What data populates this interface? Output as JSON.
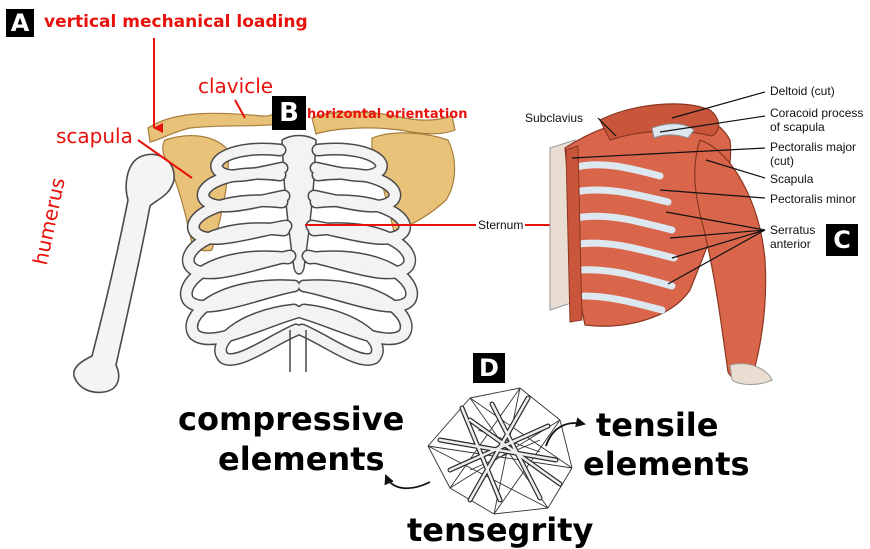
{
  "panels": {
    "a": {
      "badge": "A",
      "loading_label": "vertical mechanical loading",
      "clavicle_label": "clavicle",
      "scapula_label": "scapula",
      "humerus_label": "humerus"
    },
    "b": {
      "badge": "B",
      "orientation_label": "horizontal orientation"
    },
    "c": {
      "badge": "C",
      "labels": {
        "subclavius": "Subclavius",
        "deltoid": "Deltoid (cut)",
        "coracoid_1": "Coracoid process",
        "coracoid_2": "of scapula",
        "pectoralis_major_1": "Pectoralis major",
        "pectoralis_major_2": "(cut)",
        "scapula": "Scapula",
        "pectoralis_minor": "Pectoralis minor",
        "serratus_1": "Serratus",
        "serratus_2": "anterior",
        "sternum": "Sternum"
      }
    },
    "d": {
      "badge": "D",
      "compressive_1": "compressive",
      "compressive_2": "elements",
      "tensile_1": "tensile",
      "tensile_2": "elements",
      "tensegrity": "tensegrity"
    }
  },
  "colors": {
    "red_annotation": "#e8120c",
    "bone": "#e9c27a",
    "rib_fill": "#f3f3f3",
    "rib_outline": "#4a4a4a",
    "muscle": "#d9664b",
    "muscle_dark": "#b84a33",
    "tendon": "#dde7ef",
    "skin": "#e9ddd2"
  }
}
